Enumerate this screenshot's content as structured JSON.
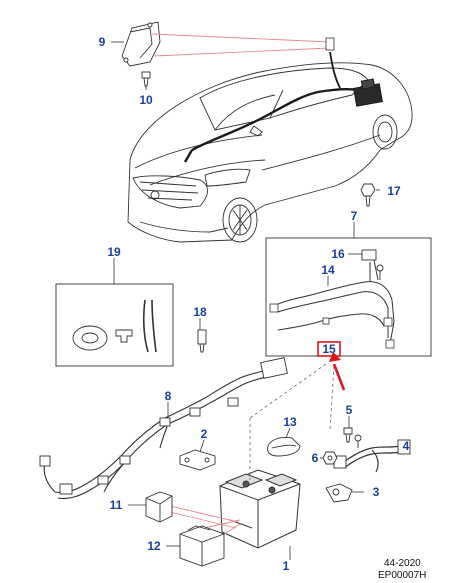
{
  "callouts": {
    "c1": "1",
    "c2": "2",
    "c3": "3",
    "c4": "4",
    "c5": "5",
    "c6": "6",
    "c7": "7",
    "c8": "8",
    "c9": "9",
    "c10": "10",
    "c11": "11",
    "c12": "12",
    "c13": "13",
    "c14": "14",
    "c15": "15",
    "c16": "16",
    "c17": "17",
    "c18": "18",
    "c19": "19"
  },
  "footer": {
    "page_ref": "44-2020",
    "drawing_code": "EP00007H"
  },
  "colors": {
    "callout": "#1a3fa0",
    "highlight": "#e0141e",
    "line": "#333333",
    "leader": "#e88a8a"
  }
}
